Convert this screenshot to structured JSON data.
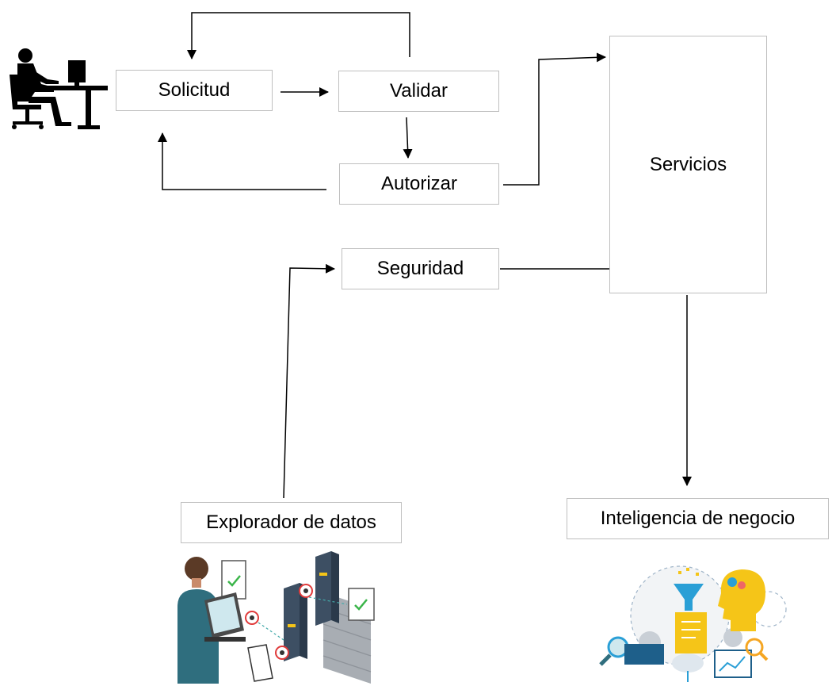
{
  "nodes": {
    "solicitud": "Solicitud",
    "validar": "Validar",
    "autorizar": "Autorizar",
    "servicios": "Servicios",
    "seguridad": "Seguridad",
    "explorador": "Explorador de datos",
    "inteligencia": "Inteligencia de negocio"
  },
  "icons": {
    "user": "person-at-desk-icon",
    "explorer": "data-explorer-illustration",
    "bi": "business-intelligence-illustration"
  },
  "colors": {
    "box_border": "#bfbfbf",
    "line": "#000000",
    "accent_teal": "#2f6e7e",
    "accent_yellow": "#f5c518",
    "accent_blue": "#2a9fd6"
  }
}
